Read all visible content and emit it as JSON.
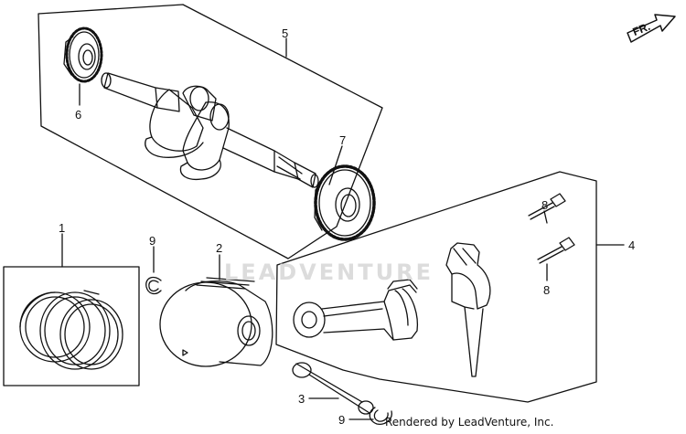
{
  "diagram": {
    "direction_marker": "FR.",
    "watermark": "LEADVENTURE",
    "credit": "Rendered by LeadVenture, Inc.",
    "callouts": [
      {
        "id": "c5",
        "text": "5"
      },
      {
        "id": "c6",
        "text": "6"
      },
      {
        "id": "c7",
        "text": "7"
      },
      {
        "id": "c1",
        "text": "1"
      },
      {
        "id": "c9a",
        "text": "9"
      },
      {
        "id": "c2",
        "text": "2"
      },
      {
        "id": "c8a",
        "text": "8"
      },
      {
        "id": "c4",
        "text": "4"
      },
      {
        "id": "c8b",
        "text": "8"
      },
      {
        "id": "c3",
        "text": "3"
      },
      {
        "id": "c9b",
        "text": "9"
      }
    ]
  }
}
